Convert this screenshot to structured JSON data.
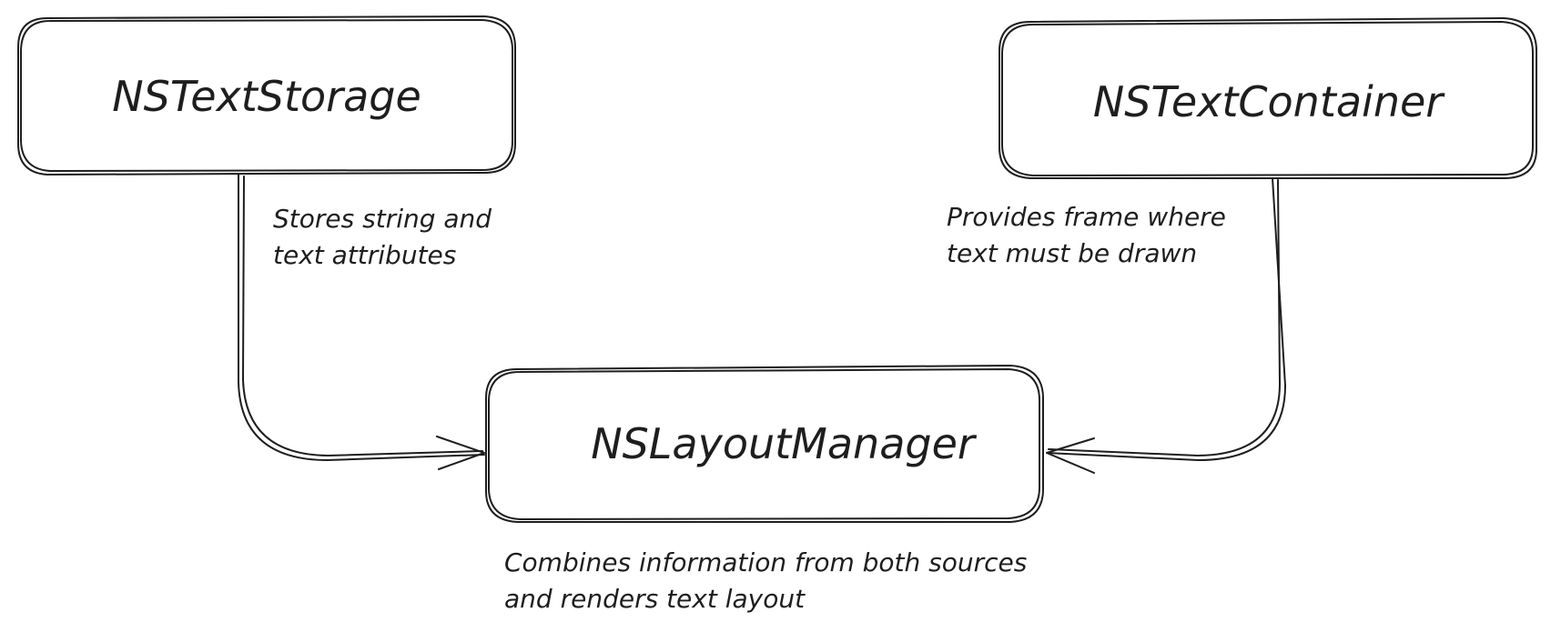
{
  "nodes": {
    "text_storage": {
      "label": "NSTextStorage"
    },
    "text_container": {
      "label": "NSTextContainer"
    },
    "layout_manager": {
      "label": "NSLayoutManager"
    }
  },
  "notes": {
    "text_storage": {
      "line1": "Stores string and",
      "line2": "text attributes"
    },
    "text_container": {
      "line1": "Provides frame where",
      "line2": "text must be drawn"
    },
    "layout_manager": {
      "line1": "Combines information from both sources",
      "line2": "and renders text layout"
    }
  },
  "edges": [
    {
      "from": "NSTextStorage",
      "to": "NSLayoutManager"
    },
    {
      "from": "NSTextContainer",
      "to": "NSLayoutManager"
    }
  ]
}
